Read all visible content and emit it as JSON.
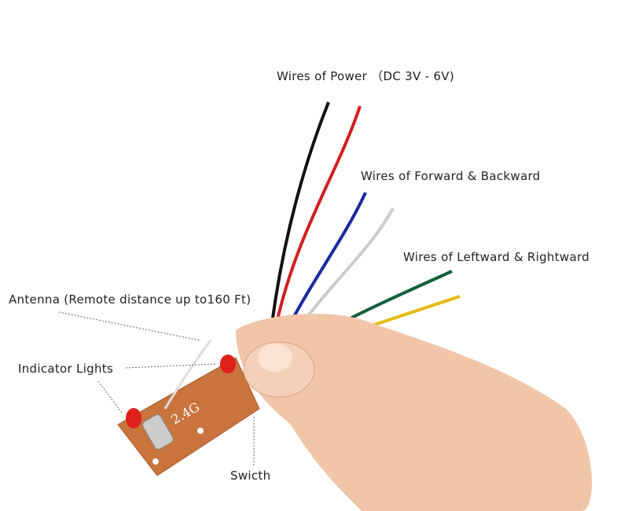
{
  "labels": {
    "power": "Wires of Power （DC 3V - 6V)",
    "forward_backward": "Wires of Forward & Backward",
    "left_right": "Wires of Leftward & Rightward",
    "antenna": "Antenna (Remote distance up to160 Ft)",
    "indicator": "Indicator Lights",
    "switch": "Swicth"
  },
  "board_marking": "2.4G",
  "colors": {
    "board": "#c9733d",
    "skin": "#f1c5a8",
    "led": "#e0201a"
  }
}
